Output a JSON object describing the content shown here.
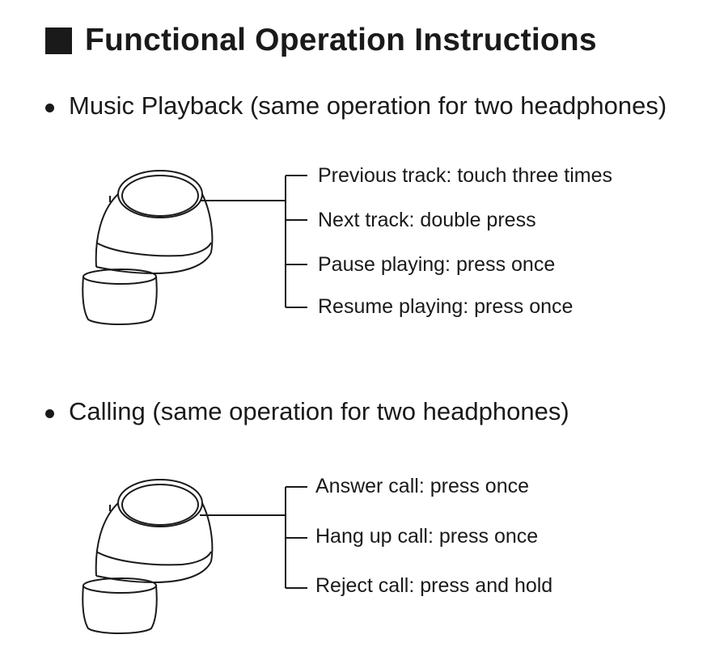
{
  "title": "Functional Operation Instructions",
  "sections": [
    {
      "heading": "Music Playback (same operation for two headphones)",
      "items": [
        "Previous track: touch three times",
        "Next track: double press",
        "Pause playing: press once",
        "Resume playing: press once"
      ]
    },
    {
      "heading": "Calling (same operation for two headphones)",
      "items": [
        "Answer call: press once",
        "Hang up call: press once",
        "Reject call: press and hold"
      ]
    }
  ],
  "icons": {
    "title_marker": "square-icon",
    "section_marker": "bullet-icon",
    "illustration": "earbud-icon"
  }
}
